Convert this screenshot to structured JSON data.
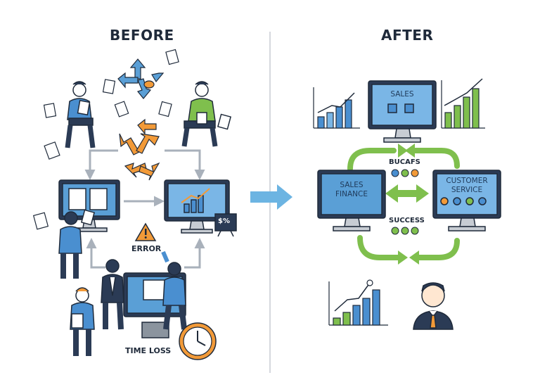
{
  "before": {
    "title": "BEFORE",
    "error_label": "ERROR",
    "time_loss_label": "TIME LOSS",
    "small_monitor_text": "$%"
  },
  "after": {
    "title": "AFTER",
    "sales_screen": "SALES",
    "sales_finance_screen": "SALES\nFINANCE",
    "customer_service_screen": "CUSTOMER\nSERVICE",
    "top_flow_label": "BUCAFS",
    "bottom_flow_label": "SUCCESS"
  },
  "colors": {
    "outline": "#1f2a3a",
    "blue": "#4a8fd0",
    "light_blue": "#7ab6e6",
    "green": "#7fbf4d",
    "orange": "#f29a38",
    "grey_arrow": "#a9b1bb"
  },
  "icons": [
    "arrows-chaos-icon",
    "warning-icon",
    "clock-icon",
    "bar-chart-icon",
    "monitor-icon",
    "person-icon",
    "document-icon"
  ]
}
